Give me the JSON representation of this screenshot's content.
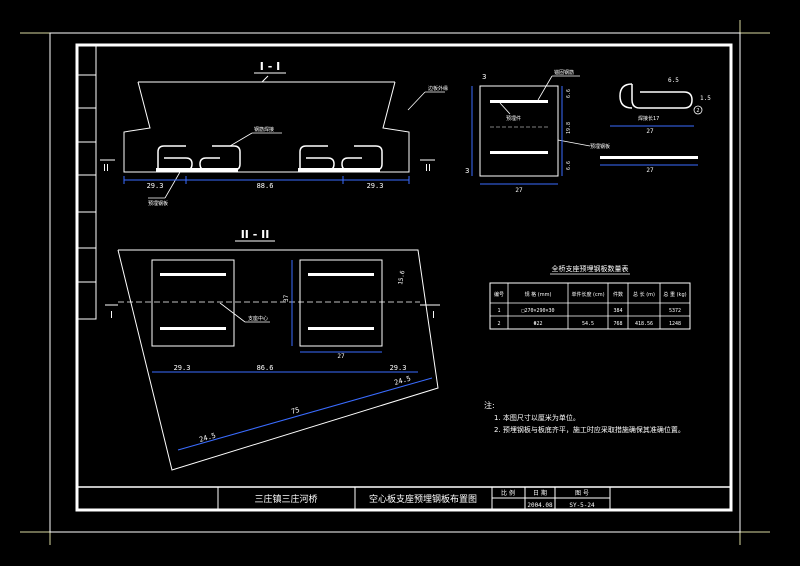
{
  "colors": {
    "background": "#000000",
    "frame": "#ffffff",
    "dimension": "#3a6cff",
    "annotation": "#ffffff",
    "crop_line": "#d9d9a0"
  },
  "section_1": {
    "title": "I - I",
    "label_left": "II",
    "label_right": "II",
    "callout_top": "边板外缘",
    "callout_mid": "钢筋焊接",
    "callout_bottom": "预埋钢板",
    "dims": [
      "29.3",
      "88.6",
      "29.3"
    ]
  },
  "section_2": {
    "title": "II - II",
    "label_left": "I",
    "label_right": "I",
    "callout_center": "支座中心",
    "dims_top": [
      "29.3",
      "86.6",
      "29.3"
    ],
    "dims_bottom": [
      "24.5",
      "75",
      "24.5"
    ],
    "dim_width": "27",
    "dim_height": "37",
    "dim_side": "15.6"
  },
  "detail_plate": {
    "callout_top": "锚固钢筋",
    "callout_mid": "预埋件",
    "callout_right": "预埋钢板",
    "marker": "3",
    "dims_vertical": [
      "6.6",
      "19.8",
      "6.6"
    ],
    "dim_width": "27"
  },
  "detail_rebar": {
    "dim_top": "6.5",
    "dim_side": "1.5",
    "label_length": "焊接长17",
    "dim_width": "27",
    "dim_plate": "27",
    "marker": "2"
  },
  "quantity_table": {
    "title": "全桥支座预埋钢板数量表",
    "headers": [
      "编号",
      "规 格 (mm)",
      "单件长度 (cm)",
      "件数",
      "总 长 (m)",
      "总 重 (kg)"
    ],
    "rows": [
      [
        "1",
        "□270×290×30",
        "",
        "384",
        "",
        "5372"
      ],
      [
        "2",
        "Φ22",
        "54.5",
        "768",
        "418.56",
        "1248"
      ]
    ]
  },
  "notes": {
    "heading": "注:",
    "lines": [
      "1. 本图尺寸以厘米为单位。",
      "2. 预埋钢板与板底齐平，施工时应采取措施确保其准确位置。"
    ]
  },
  "title_block": {
    "project": "三庄镇三庄河桥",
    "drawing": "空心板支座预埋钢板布置图",
    "h_scale": "比 例",
    "h_date": "日 期",
    "h_no": "图 号",
    "v_scale": "",
    "v_date": "2004.08",
    "v_no": "SY-5-24"
  }
}
